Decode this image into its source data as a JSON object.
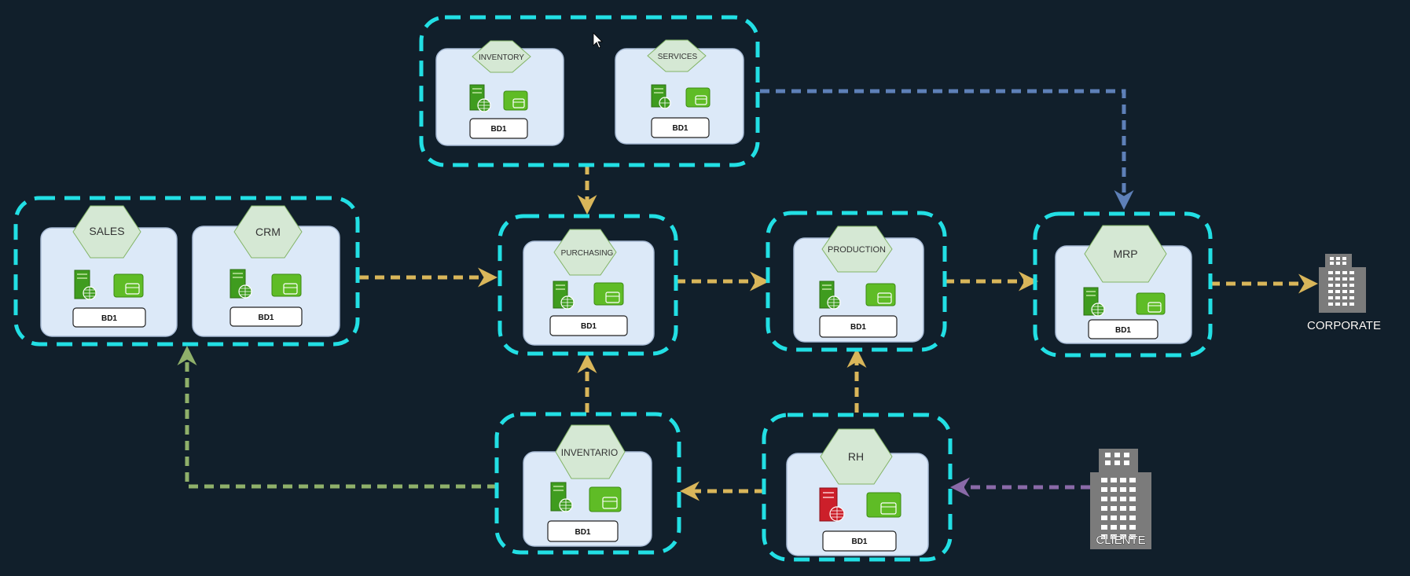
{
  "diagram": {
    "groups": [
      {
        "id": "top",
        "services": [
          {
            "name": "INVENTORY",
            "db": "BD1"
          },
          {
            "name": "SERVICES",
            "db": "BD1"
          }
        ]
      },
      {
        "id": "left",
        "services": [
          {
            "name": "SALES",
            "db": "BD1"
          },
          {
            "name": "CRM",
            "db": "BD1"
          }
        ]
      },
      {
        "id": "purchasing",
        "services": [
          {
            "name": "PURCHASING",
            "db": "BD1"
          }
        ]
      },
      {
        "id": "production",
        "services": [
          {
            "name": "PRODUCTION",
            "db": "BD1"
          }
        ]
      },
      {
        "id": "mrp",
        "services": [
          {
            "name": "MRP",
            "db": "BD1"
          }
        ]
      },
      {
        "id": "inventario",
        "services": [
          {
            "name": "INVENTARIO",
            "db": "BD1"
          }
        ]
      },
      {
        "id": "rh",
        "services": [
          {
            "name": "RH",
            "db": "BD1"
          }
        ]
      }
    ],
    "externals": {
      "corporate": "CORPORATE",
      "cliente": "CLIENTE"
    },
    "connections": [
      {
        "from": "top",
        "to": "purchasing",
        "color": "#d9b65a"
      },
      {
        "from": "top",
        "to": "mrp",
        "color": "#5e80b8"
      },
      {
        "from": "left",
        "to": "purchasing",
        "color": "#d9b65a"
      },
      {
        "from": "purchasing",
        "to": "production",
        "color": "#d9b65a"
      },
      {
        "from": "production",
        "to": "mrp",
        "color": "#d9b65a"
      },
      {
        "from": "mrp",
        "to": "corporate",
        "color": "#d9b65a"
      },
      {
        "from": "inventario",
        "to": "purchasing",
        "color": "#d9b65a"
      },
      {
        "from": "inventario",
        "to": "left",
        "color": "#8fb06a"
      },
      {
        "from": "rh",
        "to": "production",
        "color": "#d9b65a"
      },
      {
        "from": "rh",
        "to": "inventario",
        "color": "#d9b65a"
      },
      {
        "from": "cliente",
        "to": "rh",
        "color": "#8a6aa8"
      }
    ],
    "colors": {
      "background": "#111f2b",
      "groupBorder": "#22dfe4",
      "card": "#dce9f8",
      "hexagon": "#d5e8d4",
      "server": "#3f9c1f",
      "serverAlert": "#cc1f2a",
      "building": "#7b7b7b"
    }
  }
}
